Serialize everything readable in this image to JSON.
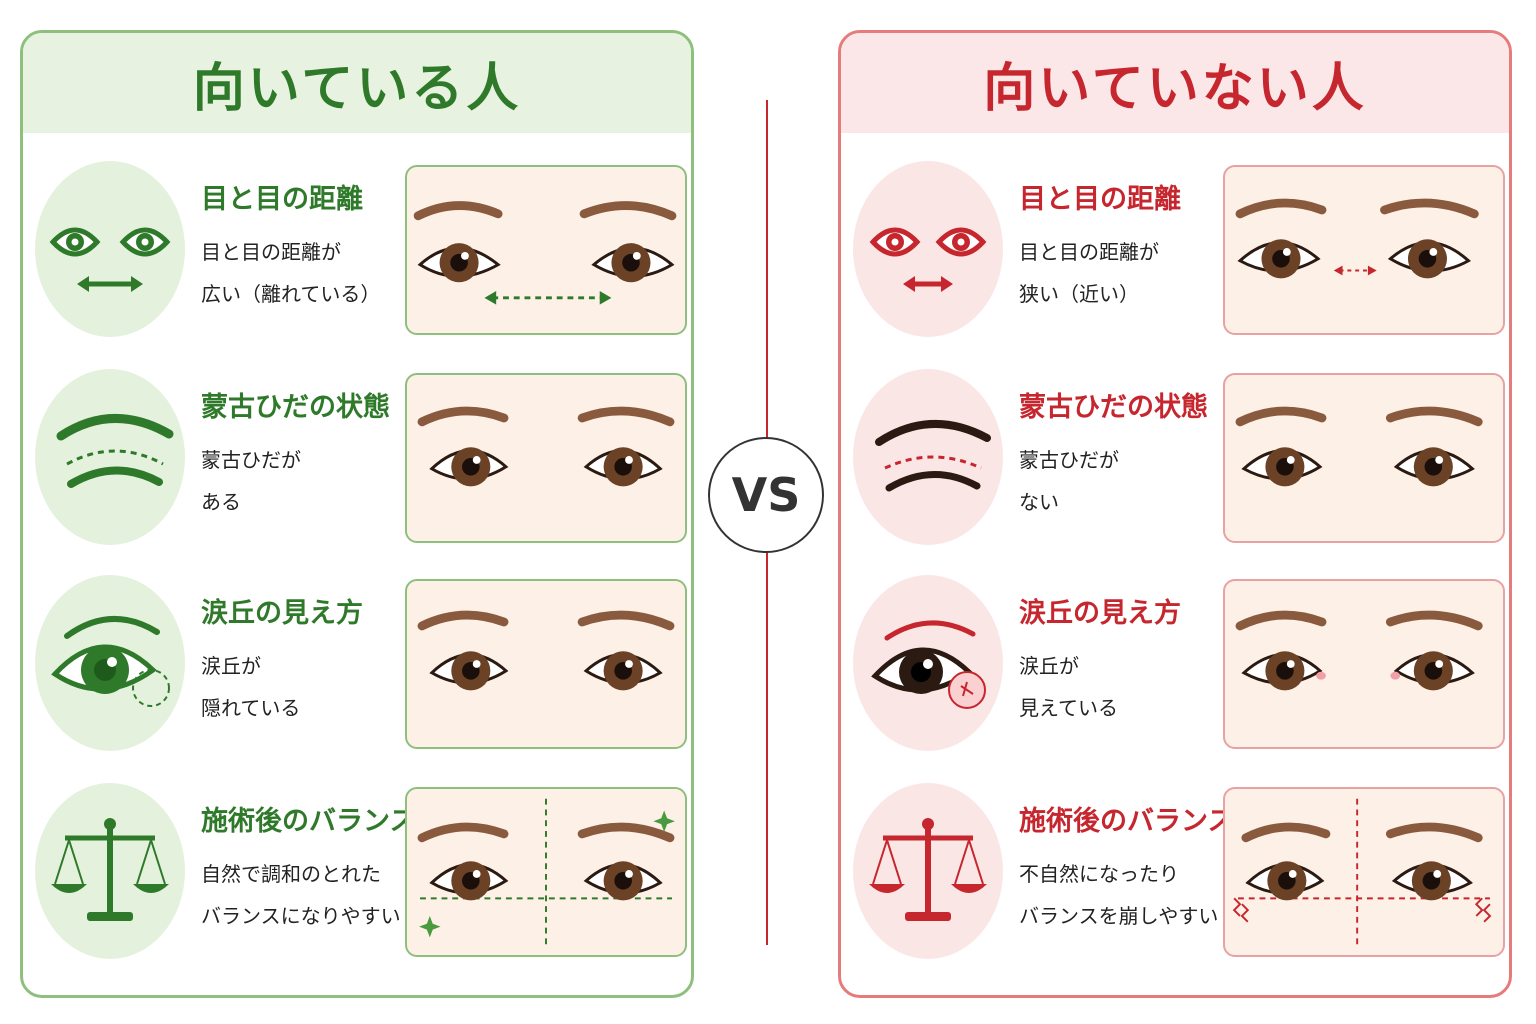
{
  "good": {
    "title": "向いている人",
    "accent": "#2f7a2a",
    "rows": [
      {
        "title": "目と目の距離",
        "desc": [
          "目と目の距離が",
          "広い（離れている）"
        ],
        "icon": "eyes-wide-apart-icon"
      },
      {
        "title": "蒙古ひだの状態",
        "desc": [
          "蒙古ひだが",
          "ある"
        ],
        "icon": "mongolian-fold-icon"
      },
      {
        "title": "涙丘の見え方",
        "desc": [
          "涙丘が",
          "隠れている"
        ],
        "icon": "eye-closeup-icon"
      },
      {
        "title": "施術後のバランス",
        "desc": [
          "自然で調和のとれた",
          "バランスになりやすい"
        ],
        "icon": "balance-scale-icon"
      }
    ]
  },
  "bad": {
    "title": "向いていない人",
    "accent": "#c6262d",
    "rows": [
      {
        "title": "目と目の距離",
        "desc": [
          "目と目の距離が",
          "狭い（近い）"
        ],
        "icon": "eyes-close-together-icon"
      },
      {
        "title": "蒙古ひだの状態",
        "desc": [
          "蒙古ひだが",
          "ない"
        ],
        "icon": "no-mongolian-fold-icon"
      },
      {
        "title": "涙丘の見え方",
        "desc": [
          "涙丘が",
          "見えている"
        ],
        "icon": "eye-closeup-icon"
      },
      {
        "title": "施術後のバランス",
        "desc": [
          "不自然になったり",
          "バランスを崩しやすい"
        ],
        "icon": "balance-scale-icon"
      }
    ]
  },
  "vs_label": "VS"
}
